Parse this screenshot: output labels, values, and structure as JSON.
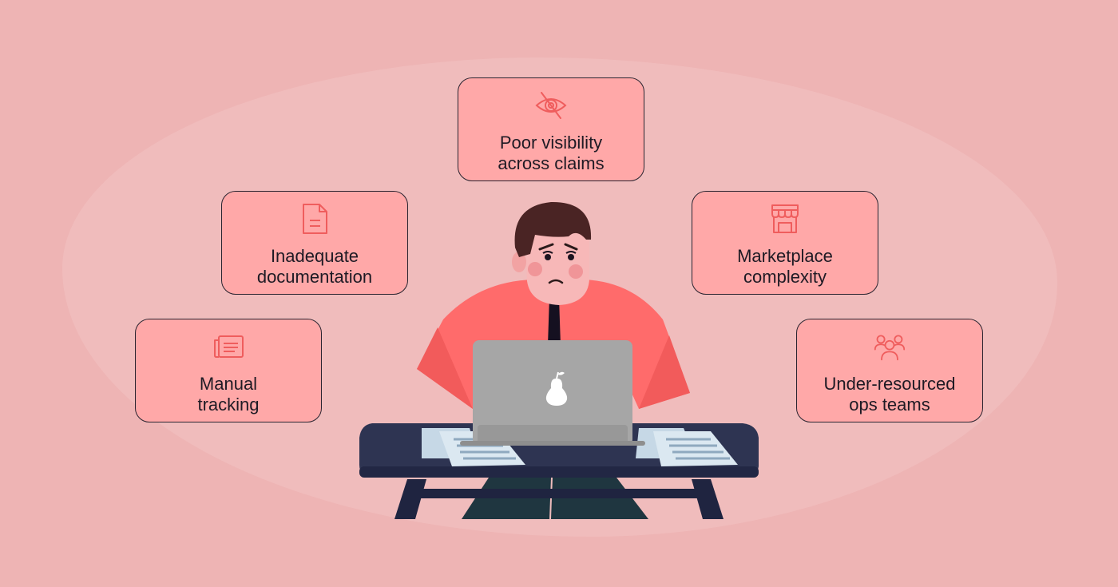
{
  "background": {
    "page_color": "#eeb4b4",
    "blob_color": "#f0bcbc"
  },
  "cards": {
    "visibility": {
      "label": "Poor visibility\nacross claims",
      "icon": "eye-slash-icon"
    },
    "documentation": {
      "label": "Inadequate\ndocumentation",
      "icon": "document-icon"
    },
    "marketplace": {
      "label": "Marketplace\ncomplexity",
      "icon": "storefront-icon"
    },
    "manual": {
      "label": "Manual\ntracking",
      "icon": "newspaper-icon"
    },
    "ops": {
      "label": "Under-resourced\nops teams",
      "icon": "team-icon"
    }
  },
  "colors": {
    "card_fill": "#ffa8a8",
    "card_border": "#2a2430",
    "icon_stroke": "#ef5d5d",
    "shirt": "#ff6b6b",
    "hair": "#4a2424",
    "desk": "#2e3452",
    "laptop": "#a6a6a6"
  }
}
